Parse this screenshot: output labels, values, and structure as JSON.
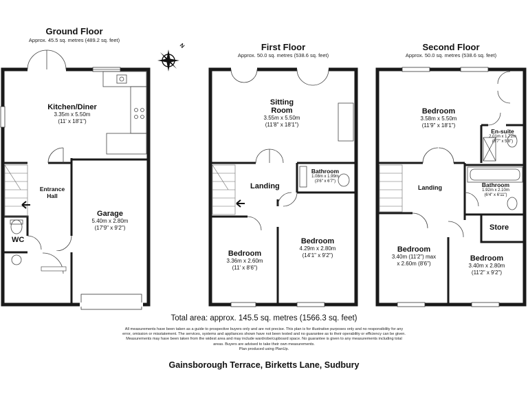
{
  "ground": {
    "title": "Ground Floor",
    "area": "Approx. 45.5 sq. metres (489.2 sq. feet)",
    "rooms": {
      "kitchen": {
        "name": "Kitchen/Diner",
        "dim1": "3.35m x 5.50m",
        "dim2": "(11' x 18'1\")"
      },
      "hall": {
        "name": "Entrance\nHall"
      },
      "garage": {
        "name": "Garage",
        "dim1": "5.40m x 2.80m",
        "dim2": "(17'9\" x 9'2\")"
      },
      "wc": {
        "name": "WC"
      }
    }
  },
  "first": {
    "title": "First Floor",
    "area": "Approx. 50.0 sq. metres (538.6 sq. feet)",
    "rooms": {
      "sitting": {
        "name": "Sitting\nRoom",
        "dim1": "3.55m x 5.50m",
        "dim2": "(11'8\" x 18'1\")"
      },
      "landing": {
        "name": "Landing"
      },
      "bathroom": {
        "name": "Bathroom",
        "dim1": "1.08m x 1.99m",
        "dim2": "(3'6\" x 6'7\")"
      },
      "bed1": {
        "name": "Bedroom",
        "dim1": "3.36m x 2.60m",
        "dim2": "(11' x 8'6\")"
      },
      "bed2": {
        "name": "Bedroom",
        "dim1": "4.29m x 2.80m",
        "dim2": "(14'1\" x 9'2\")"
      }
    }
  },
  "second": {
    "title": "Second Floor",
    "area": "Approx. 50.0 sq. metres (538.6 sq. feet)",
    "rooms": {
      "bedroom": {
        "name": "Bedroom",
        "dim1": "3.58m x 5.50m",
        "dim2": "(11'9\" x 18'1\")"
      },
      "ensuite": {
        "name": "En-suite",
        "dim1": "2.01m x 1.72m",
        "dim2": "(6'7\" x 5'8\")"
      },
      "landing": {
        "name": "Landing"
      },
      "bathroom": {
        "name": "Bathroom",
        "dim1": "1.92m x 2.10m",
        "dim2": "(6'4\" x 6'11\")"
      },
      "store": {
        "name": "Store"
      },
      "bed3": {
        "name": "Bedroom",
        "dim1": "3.40m (11'2\") max",
        "dim2": "x 2.60m (8'6\")"
      },
      "bed4": {
        "name": "Bedroom",
        "dim1": "3.40m x 2.80m",
        "dim2": "(11'2\" x 9'2\")"
      }
    }
  },
  "compass": {
    "label": "N"
  },
  "total": "Total area: approx. 145.5 sq. metres (1566.3 sq. feet)",
  "disclaimer": [
    "All measurements have been taken as a guide to prospective buyers only and are not precise. This plan is for illustrative purposes only and no responsibility for any",
    "error, omission or misstatement. The services, systems and appliances shown have not been tested and no guarantee as to their operability or efficiency can be given.",
    "Measurements may have been taken from the widest area and may include wardrobe/cupboard space. No guarantee is given to any measurements including total",
    "areas. Buyers are advised to take their own measurements.",
    "Plan produced using PlanUp."
  ],
  "address": "Gainsborough Terrace, Birketts Lane, Sudbury"
}
